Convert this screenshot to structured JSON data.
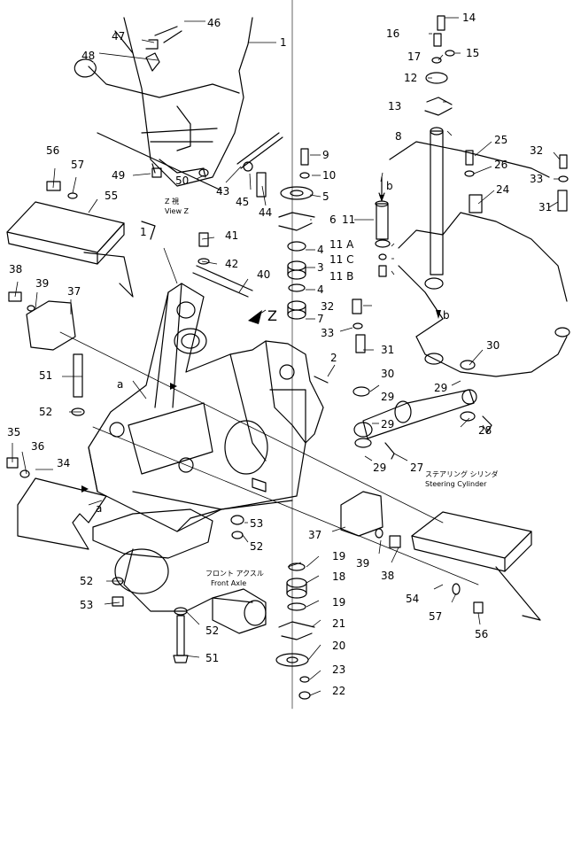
{
  "callouts": {
    "c1": "1",
    "c1b": "1",
    "c2": "2",
    "c3": "3",
    "c4a": "4",
    "c4b": "4",
    "c5": "5",
    "c6": "6",
    "c7": "7",
    "c8": "8",
    "c9": "9",
    "c10": "10",
    "c11": "11",
    "c11a": "11 A",
    "c11b": "11 B",
    "c11c": "11 C",
    "c12": "12",
    "c13": "13",
    "c14": "14",
    "c15": "15",
    "c16": "16",
    "c17": "17",
    "c18": "18",
    "c19a": "19",
    "c19b": "19",
    "c20": "20",
    "c21": "21",
    "c22": "22",
    "c23": "23",
    "c24": "24",
    "c25": "25",
    "c26": "26",
    "c27": "27",
    "c28": "28",
    "c29a": "29",
    "c29b": "29",
    "c29c": "29",
    "c29d": "29",
    "c30a": "30",
    "c30b": "30",
    "c31a": "31",
    "c31b": "31",
    "c32a": "32",
    "c32b": "32",
    "c33a": "33",
    "c33b": "33",
    "c34": "34",
    "c35": "35",
    "c36": "36",
    "c37a": "37",
    "c37b": "37",
    "c38a": "38",
    "c38b": "38",
    "c39a": "39",
    "c39b": "39",
    "c40": "40",
    "c41": "41",
    "c42": "42",
    "c43": "43",
    "c44": "44",
    "c45": "45",
    "c46": "46",
    "c47": "47",
    "c48": "48",
    "c49": "49",
    "c50": "50",
    "c51a": "51",
    "c51b": "51",
    "c52a": "52",
    "c52b": "52",
    "c52c": "52",
    "c52d": "52",
    "c53a": "53",
    "c53b": "53",
    "c54": "54",
    "c55": "55",
    "c56a": "56",
    "c56b": "56",
    "c57a": "57",
    "c57b": "57"
  },
  "letters": {
    "a1": "a",
    "a2": "a",
    "b1": "b",
    "b2": "b",
    "z": "Z"
  },
  "notes": {
    "view_z_jp": "Z 視",
    "view_z_en": "View Z",
    "steering_jp": "ステアリング シリンダ",
    "steering_en": "Steering Cylinder",
    "front_axle_jp": "フロント アクスル",
    "front_axle_en": "Front Axle"
  },
  "colors": {
    "ink": "#000000",
    "paper": "#ffffff"
  }
}
